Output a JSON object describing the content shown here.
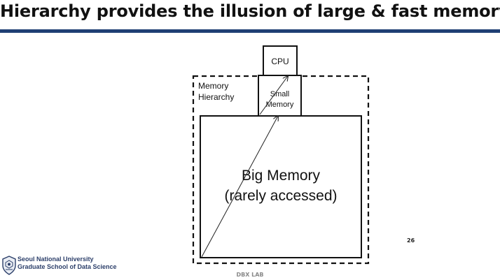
{
  "slide": {
    "title": "Hierarchy provides the illusion of large & fast memory",
    "page_number": "26",
    "footer_lab": "DBX LAB",
    "accent_color": "#1f3f74"
  },
  "logo": {
    "line1": "Seoul National University",
    "line2": "Graduate School of Data Science",
    "color": "#2c3f6a"
  },
  "diagram": {
    "cpu_label": "CPU",
    "small_memory_line1": "Small",
    "small_memory_line2": "Memory",
    "hierarchy_line1": "Memory",
    "hierarchy_line2": "Hierarchy",
    "big_memory_line1": "Big Memory",
    "big_memory_line2": "(rarely accessed)"
  }
}
